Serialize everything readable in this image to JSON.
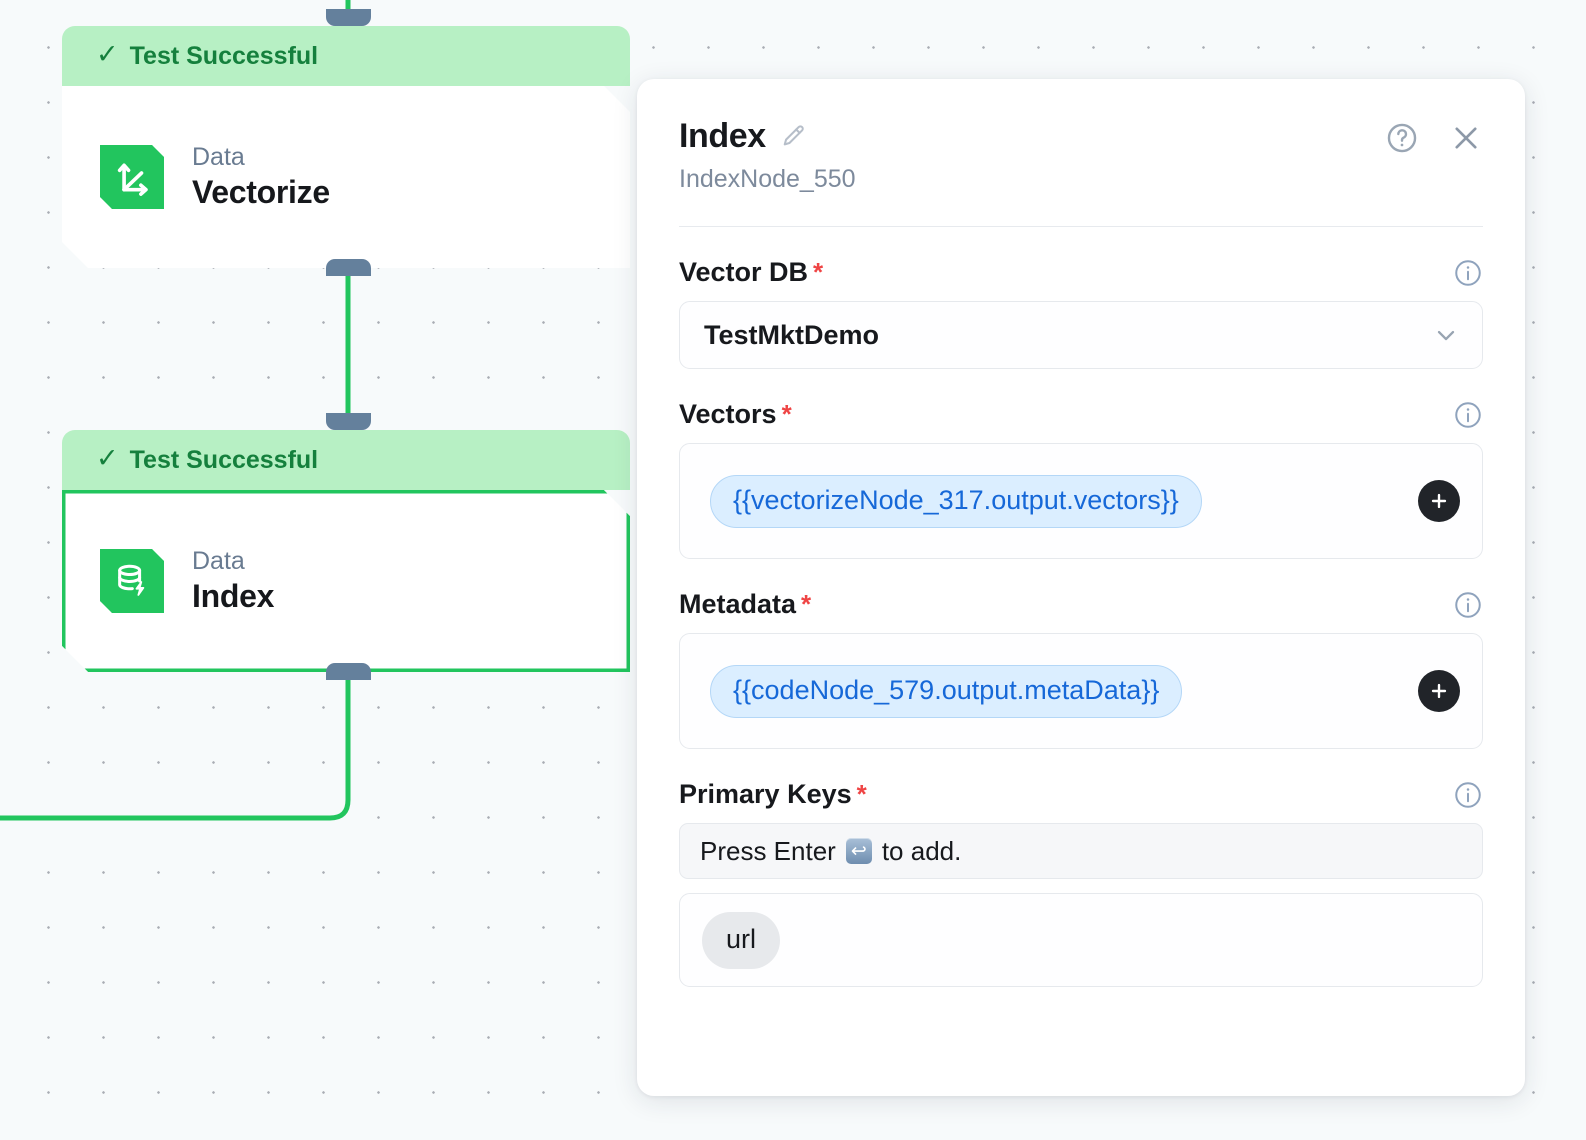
{
  "canvas": {
    "nodes": [
      {
        "status_label": "Test Successful",
        "status_icon": "check-icon",
        "kind": "Data",
        "title": "Vectorize",
        "icon": "vector-axes-icon",
        "selected": false
      },
      {
        "status_label": "Test Successful",
        "status_icon": "check-icon",
        "kind": "Data",
        "title": "Index",
        "icon": "database-lightning-icon",
        "selected": true
      }
    ],
    "edge_color": "#22c55e",
    "port_color": "#64809c"
  },
  "panel": {
    "title": "Index",
    "edit_icon": "pencil-icon",
    "subtitle": "IndexNode_550",
    "help_icon": "help-circle-icon",
    "close_icon": "close-icon",
    "fields": [
      {
        "label": "Vector DB",
        "required": "*",
        "info_icon": "info-circle-icon",
        "type": "select",
        "value": "TestMktDemo",
        "chevron_icon": "chevron-down-icon"
      },
      {
        "label": "Vectors",
        "required": "*",
        "info_icon": "info-circle-icon",
        "type": "token",
        "tokens": [
          "{{vectorizeNode_317.output.vectors}}"
        ],
        "add_icon": "plus-icon"
      },
      {
        "label": "Metadata",
        "required": "*",
        "info_icon": "info-circle-icon",
        "type": "token",
        "tokens": [
          "{{codeNode_579.output.metaData}}"
        ],
        "add_icon": "plus-icon"
      },
      {
        "label": "Primary Keys",
        "required": "*",
        "info_icon": "info-circle-icon",
        "type": "tags",
        "hint_prefix": "Press Enter",
        "hint_key": "↩",
        "hint_suffix": "to add.",
        "tags": [
          "url"
        ]
      }
    ]
  },
  "colors": {
    "accent_green": "#22c55e",
    "status_bg": "#b7f0c4",
    "status_text": "#15803d",
    "token_text": "#1668d8",
    "token_bg": "#dbeeff",
    "required_red": "#ef4444",
    "port": "#64809c"
  }
}
